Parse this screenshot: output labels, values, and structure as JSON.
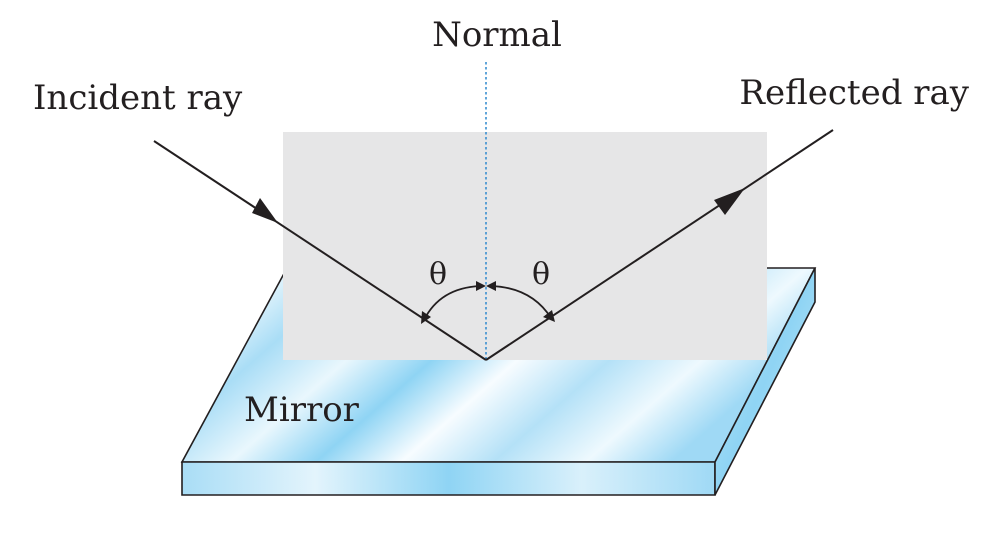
{
  "labels": {
    "normal": "Normal",
    "incident_ray": "Incident ray",
    "reflected_ray": "Reflected ray",
    "mirror": "Mirror",
    "angle_incidence": "θ",
    "angle_reflection": "θ"
  },
  "colors": {
    "plane": "#e6e6e7",
    "mirror_light": "#e8f6fd",
    "mirror_mid": "#bfe6f8",
    "mirror_dark": "#8fd4f4",
    "normal_line": "#3a8fd0",
    "ray": "#231f20"
  }
}
